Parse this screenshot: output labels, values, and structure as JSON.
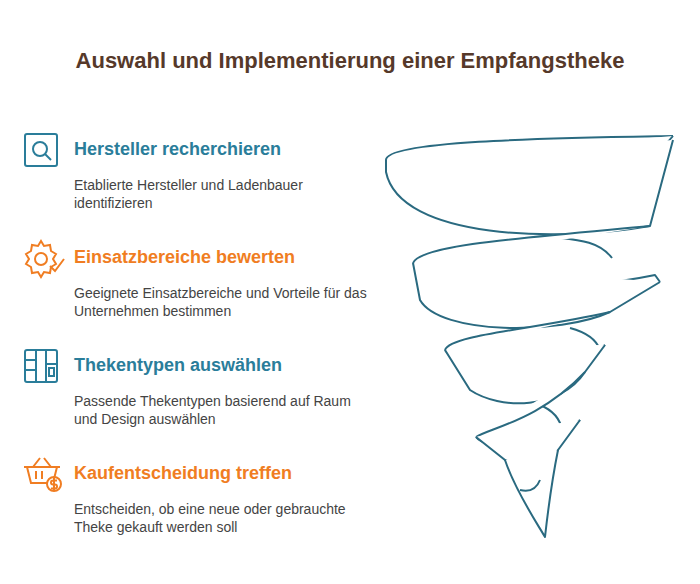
{
  "diagram": {
    "title": "Auswahl und Implementierung einer Empfangstheke",
    "labels": [
      "Hersteller recherchieren",
      "Etablierte Hersteller und Ladenbauer identifizieren",
      "Einsatzbereiche bewerten",
      "Geeignete Einsatzbereiche und Vorteile für das Unternehmen bestimmen",
      "Thekentypen auswählen",
      "Passende Thekentypen basierend auf Raum und Design auswählen",
      "Kaufentscheidung treffen",
      "Entscheiden, ob eine neue oder gebrauchte Theke gekauft werden soll"
    ]
  }
}
